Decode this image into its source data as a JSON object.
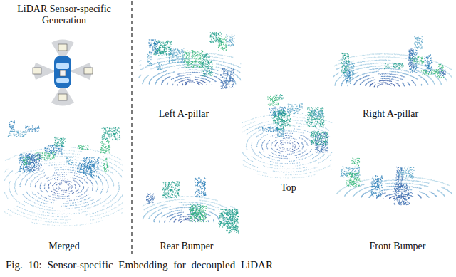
{
  "diagram": {
    "title": "LiDAR Sensor-specific Generation",
    "caption": "Fig. 10: Sensor-specific Embedding for decoupled LiDAR",
    "labels": [
      "Merged",
      "Left A-pillar",
      "Right A-pillar",
      "Top",
      "Rear Bumper",
      "Front Bumper"
    ]
  }
}
